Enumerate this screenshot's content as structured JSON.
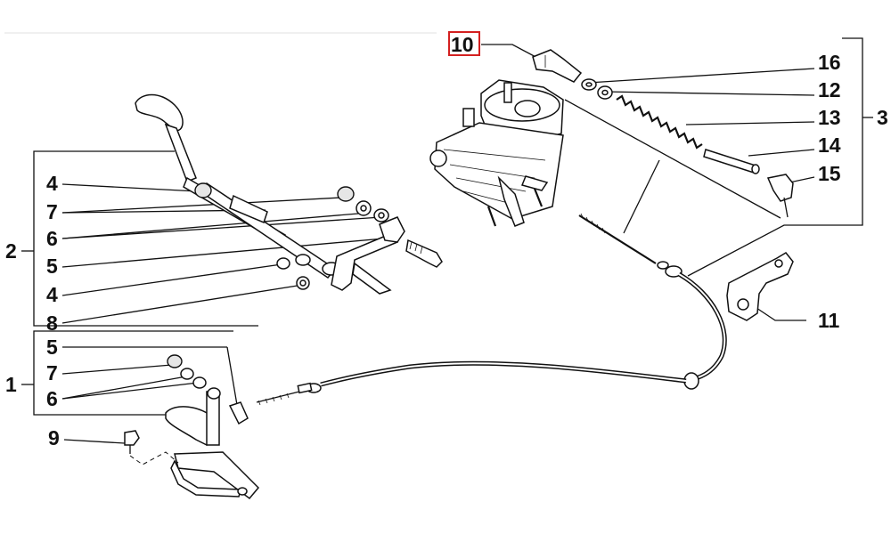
{
  "diagram": {
    "highlight_color": "#d42020",
    "selected_label": "10",
    "callouts": {
      "n1": "1",
      "n2": "2",
      "n3": "3",
      "g2_4a": "4",
      "g2_7": "7",
      "g2_6": "6",
      "g2_5": "5",
      "g2_4b": "4",
      "g2_8": "8",
      "g1_5": "5",
      "g1_7": "7",
      "g1_6": "6",
      "n9": "9",
      "n10": "10",
      "n11": "11",
      "g3_16": "16",
      "g3_12": "12",
      "g3_13": "13",
      "g3_14": "14",
      "g3_15": "15"
    }
  }
}
